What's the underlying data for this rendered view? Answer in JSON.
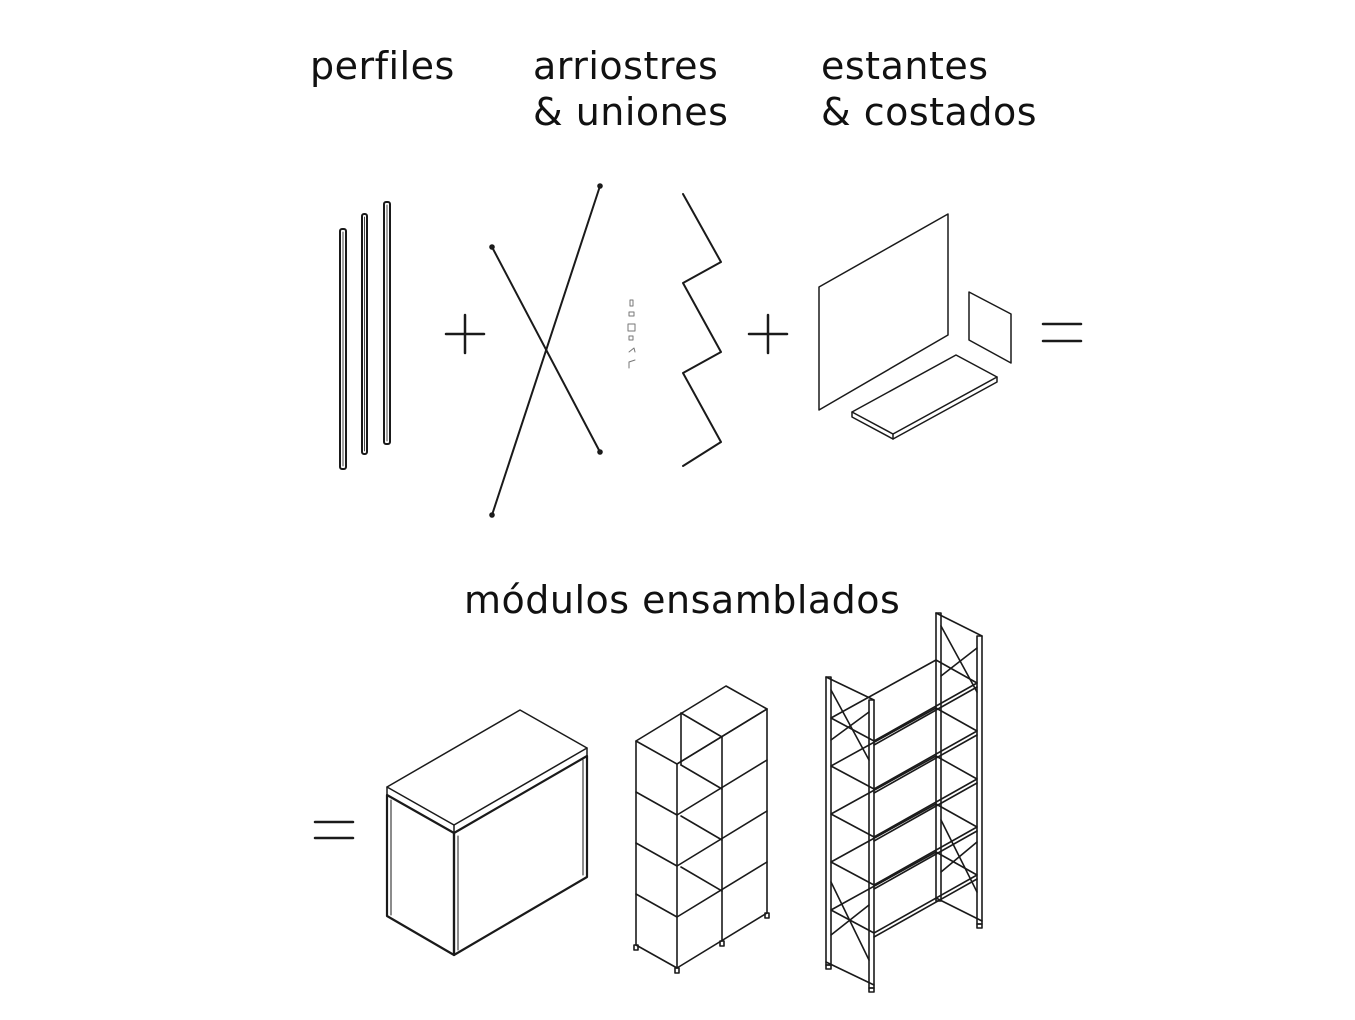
{
  "labels": {
    "perfiles": "perfiles",
    "arriostres_line1": "arriostres",
    "arriostres_line2": "& uniones",
    "estantes_line1": "estantes",
    "estantes_line2": "& costados",
    "modulos": "módulos ensamblados"
  },
  "operators": {
    "plus": "+",
    "equals": "="
  },
  "colors": {
    "line": "#1a1a1a",
    "thin": "#555555",
    "background": "#ffffff"
  }
}
